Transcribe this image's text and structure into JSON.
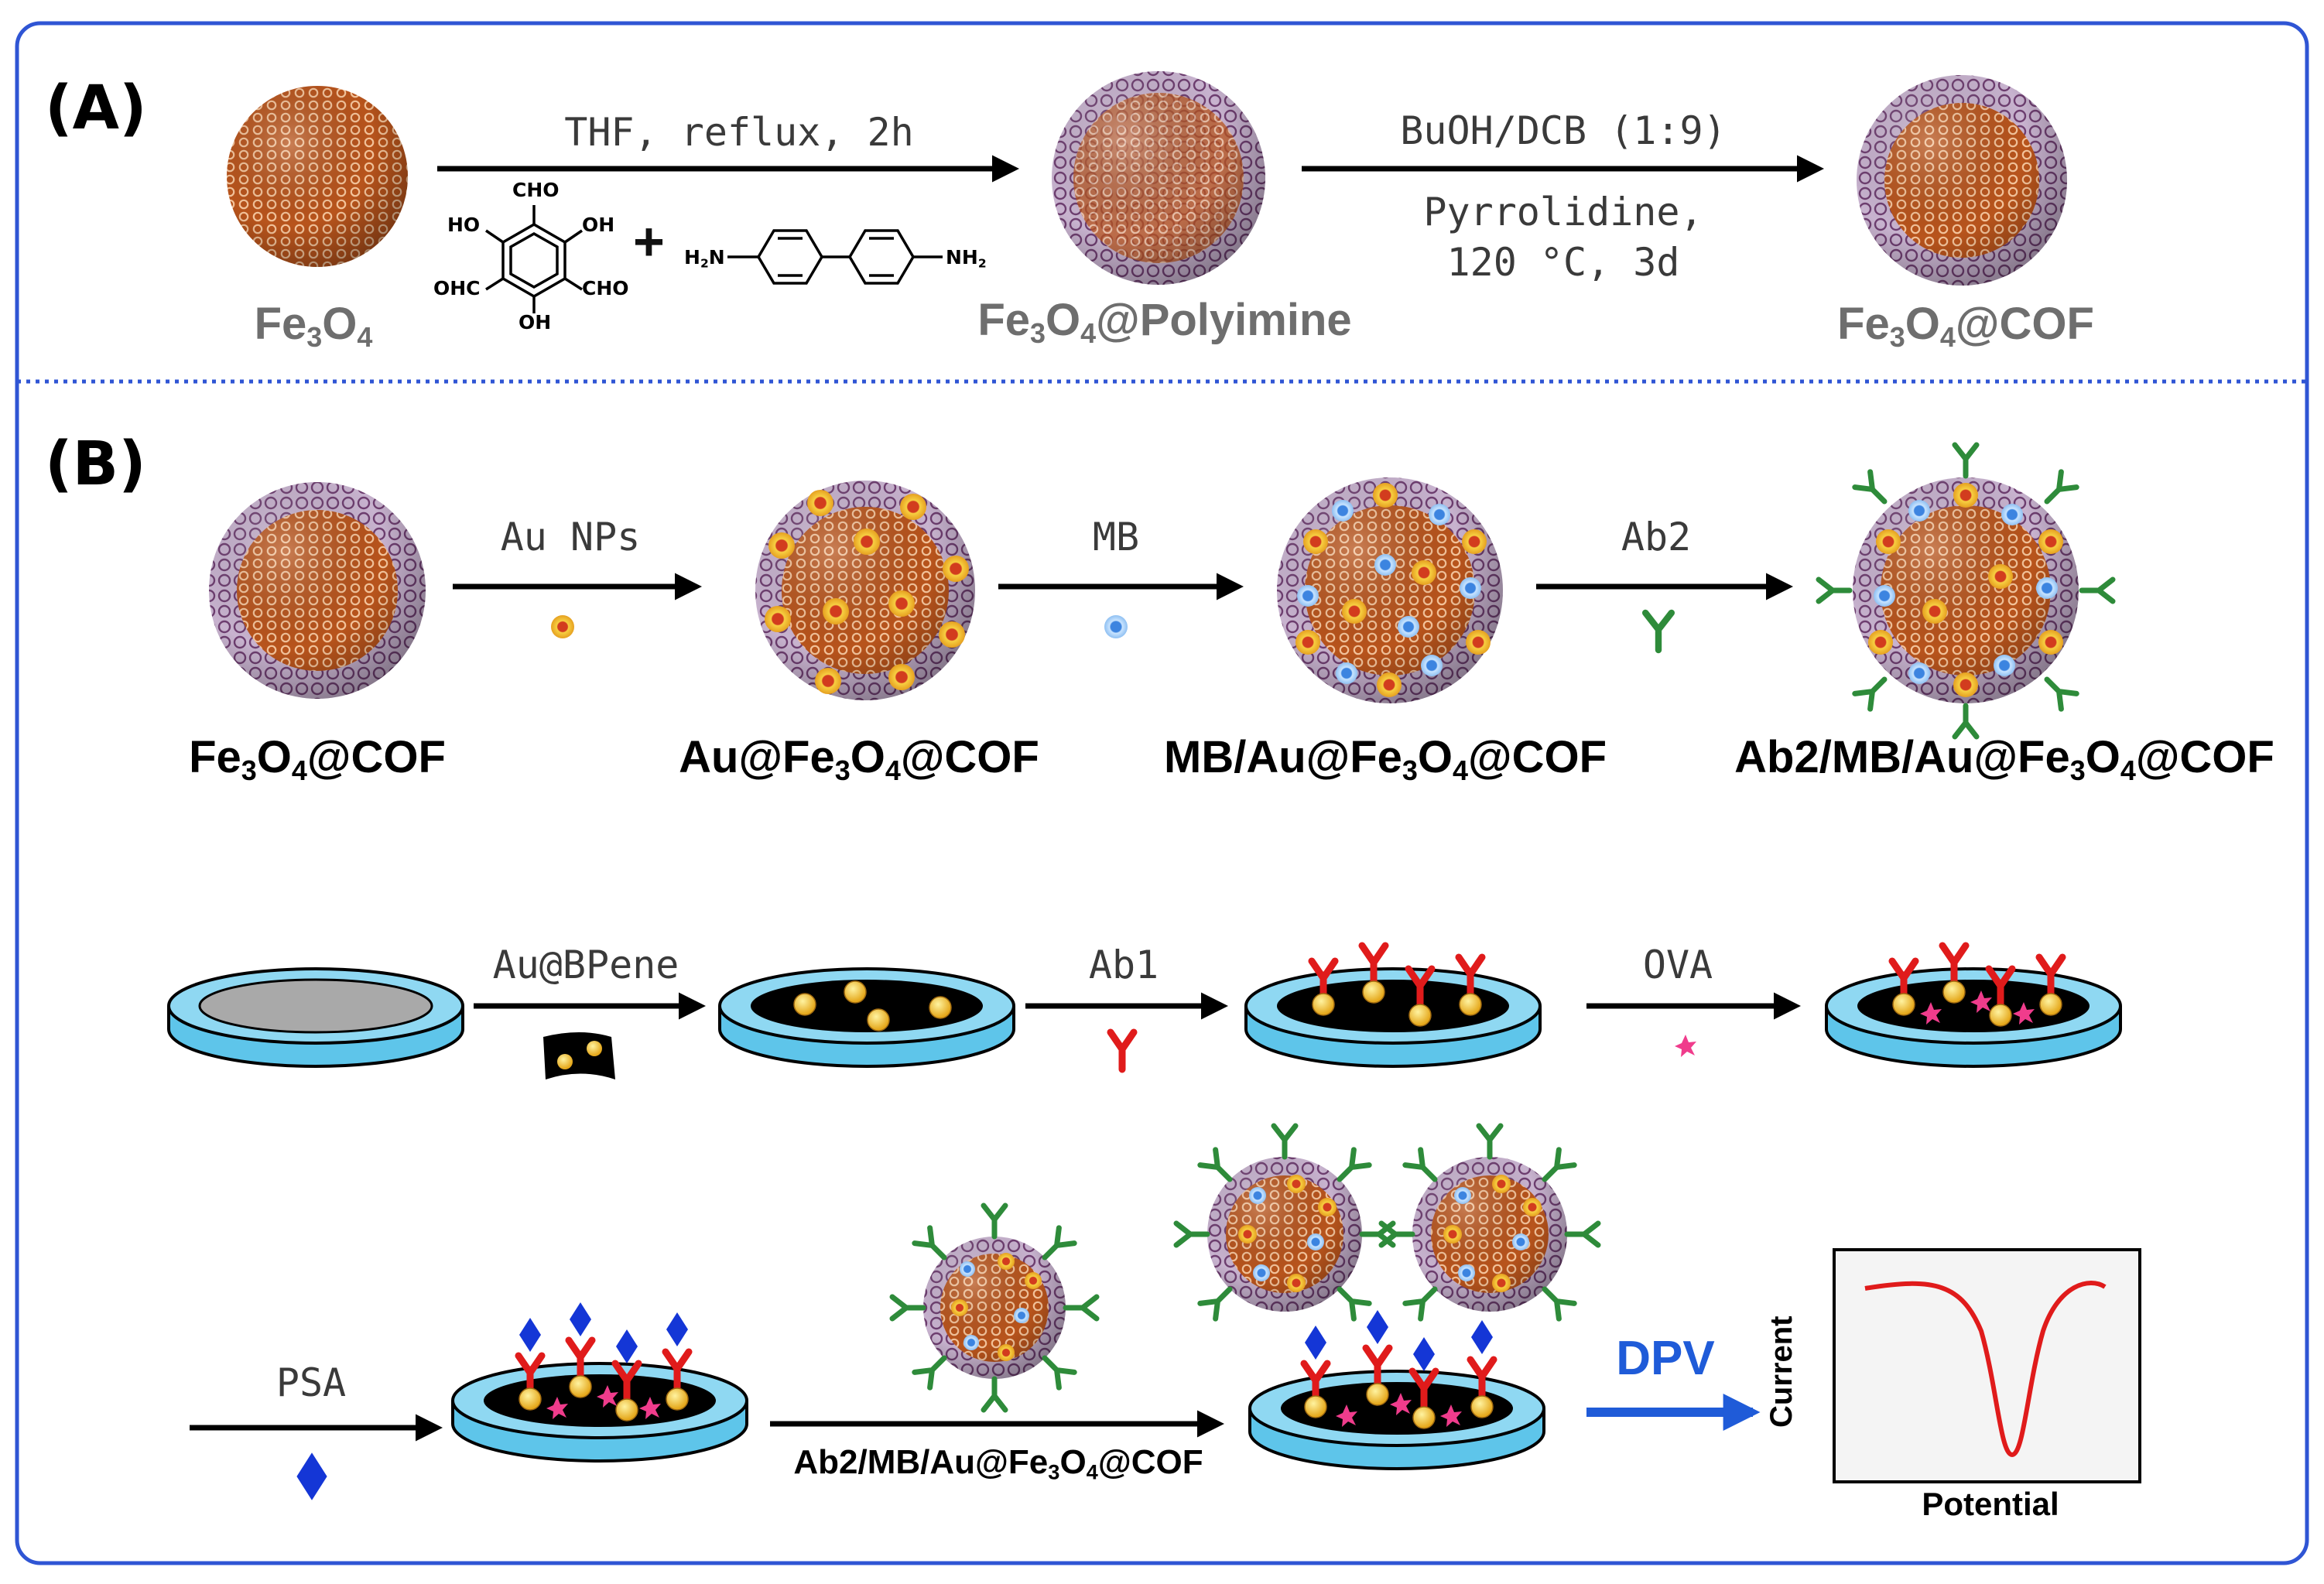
{
  "panels": {
    "A": {
      "label": "(A)"
    },
    "B": {
      "label": "(B)"
    }
  },
  "panel_a": {
    "step1_conditions": "THF, reflux, 2h",
    "step2_conditions_line1": "BuOH/DCB (1:9)",
    "step2_conditions_line2": "Pyrrolidine,",
    "step2_conditions_line3": "120 °C, 3d",
    "materials": [
      "Fe3O4",
      "Fe3O4@Polyimine",
      "Fe3O4@COF"
    ],
    "monomer1_groups": {
      "top": "CHO",
      "upper_left": "HO",
      "upper_right": "OH",
      "lower_left": "OHC",
      "lower_right": "CHO",
      "bottom": "OH"
    },
    "plus_sign": "+",
    "monomer2_left": "H2N",
    "monomer2_right": "NH2"
  },
  "panel_b_row1": {
    "reagents": [
      "Au NPs",
      "MB",
      "Ab2"
    ],
    "materials": [
      "Fe3O4@COF",
      "Au@Fe3O4@COF",
      "MB/Au@Fe3O4@COF",
      "Ab2/MB/Au@Fe3O4@COF"
    ]
  },
  "panel_b_row2": {
    "reagents": [
      "Au@BPene",
      "Ab1",
      "OVA"
    ]
  },
  "panel_b_row3": {
    "reagent_psa": "PSA",
    "reagent_probe": "Ab2/MB/Au@Fe3O4@COF",
    "reagent_dpv": "DPV",
    "plot_ylabel": "Current",
    "plot_xlabel": "Potential"
  },
  "colors": {
    "frame": "#2f55d4",
    "core": "#b8541c",
    "shell": "#7a4a7a",
    "gold": "#f2c12e",
    "mb_blue": "#7fb6f0",
    "antibody_green": "#2e8b3a",
    "antibody_red": "#e01b1b",
    "ova_pink": "#f03c8c",
    "psa_blue": "#1436d6",
    "electrode_blue": "#7fd3ef",
    "dpv_arrow": "#1f5bd8",
    "curve_red": "#e01b1b"
  },
  "icons": [
    "arrow-right-icon",
    "antibody-icon",
    "gold-nanoparticle-icon",
    "methylene-blue-icon",
    "ova-icon",
    "psa-diamond-icon",
    "electrode-icon"
  ]
}
